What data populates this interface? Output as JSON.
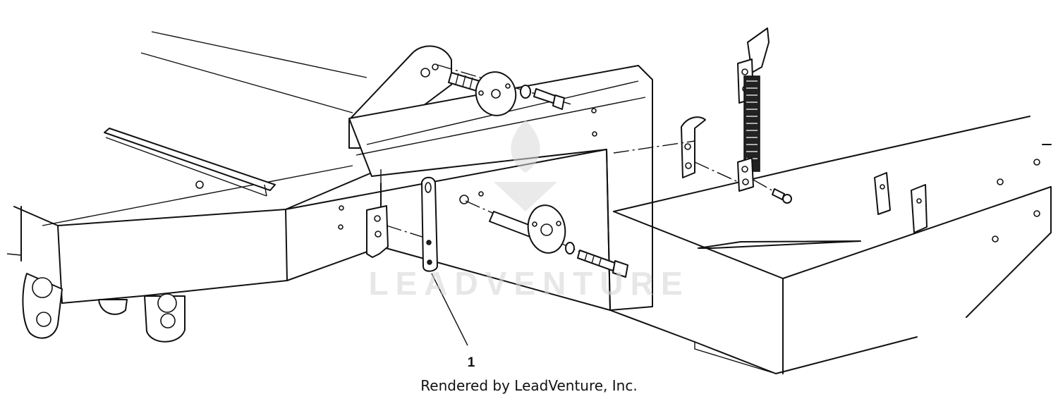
{
  "watermark": {
    "text": "LEADVENTURE"
  },
  "callouts": [
    {
      "label": "1"
    }
  ],
  "credit": "Rendered by LeadVenture, Inc.",
  "colors": {
    "ink": "#111111",
    "watermark": "#d4d4d4",
    "background": "#ffffff"
  }
}
